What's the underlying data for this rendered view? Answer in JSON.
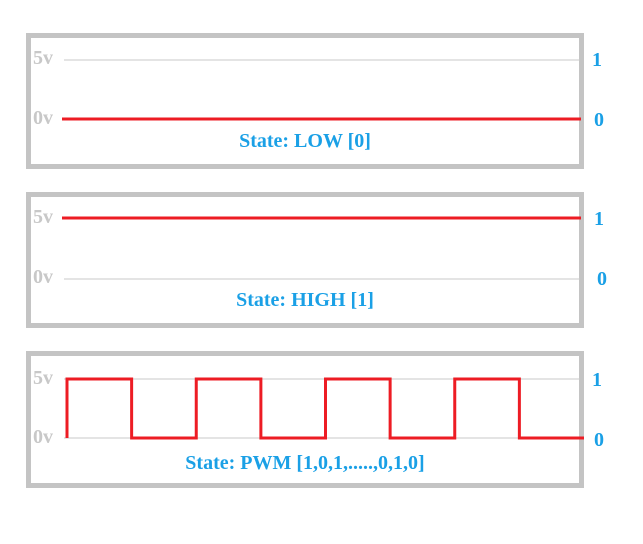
{
  "colors": {
    "signal": "#ed1c24",
    "accent": "#1aa0e6",
    "axis": "#c8c8c8",
    "border": "#c4c4c4"
  },
  "panels": [
    {
      "v_high": "5v",
      "v_low": "0v",
      "logic_high": "1",
      "logic_low": "0",
      "state": "State: LOW [0]",
      "signal": [
        0
      ]
    },
    {
      "v_high": "5v",
      "v_low": "0v",
      "logic_high": "1",
      "logic_low": "0",
      "state": "State: HIGH [1]",
      "signal": [
        1
      ]
    },
    {
      "v_high": "5v",
      "v_low": "0v",
      "logic_high": "1",
      "logic_low": "0",
      "state": "State: PWM [1,0,1,.....,0,1,0]",
      "signal": [
        1,
        0,
        1,
        0,
        1,
        0,
        1,
        0
      ]
    }
  ]
}
